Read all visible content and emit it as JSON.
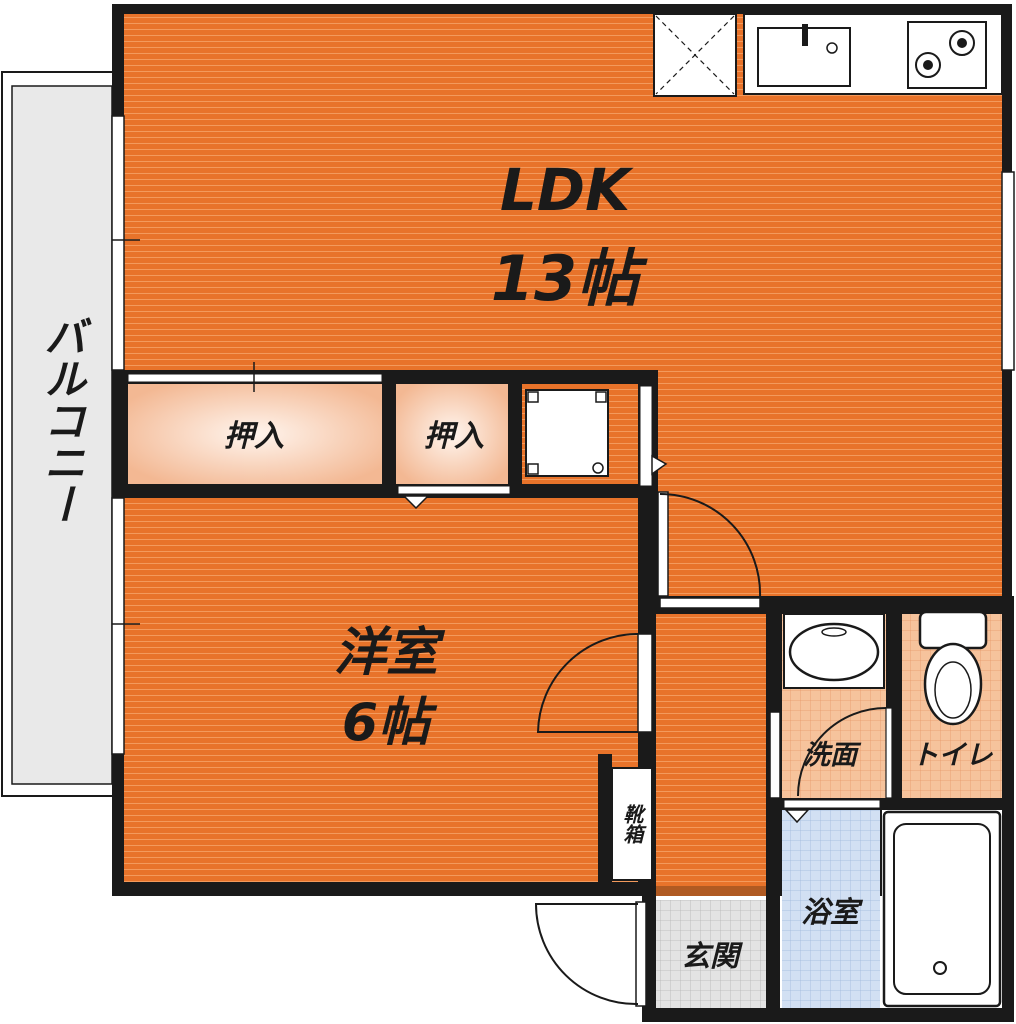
{
  "plan": {
    "rooms": {
      "ldk": {
        "name": "LDK",
        "size": "13帖"
      },
      "western": {
        "name": "洋室",
        "size": "6帖"
      },
      "closet1": {
        "name": "押入"
      },
      "closet2": {
        "name": "押入"
      },
      "shoe": {
        "name": "靴箱"
      },
      "wash": {
        "name": "洗面"
      },
      "toilet": {
        "name": "トイレ"
      },
      "bath": {
        "name": "浴室"
      },
      "entrance": {
        "name": "玄関"
      },
      "balcony": {
        "name": "バルコニー"
      }
    },
    "colors": {
      "wood": "#e8732a",
      "wood_line": "#f08a45",
      "wall": "#1a1a1a",
      "closet": "#f7d2bb",
      "tile_orange": "#f4b78c",
      "tile_blue": "#c9d9ef",
      "entrance": "#d9d9d9",
      "balcony": "#e9e9e9"
    }
  }
}
